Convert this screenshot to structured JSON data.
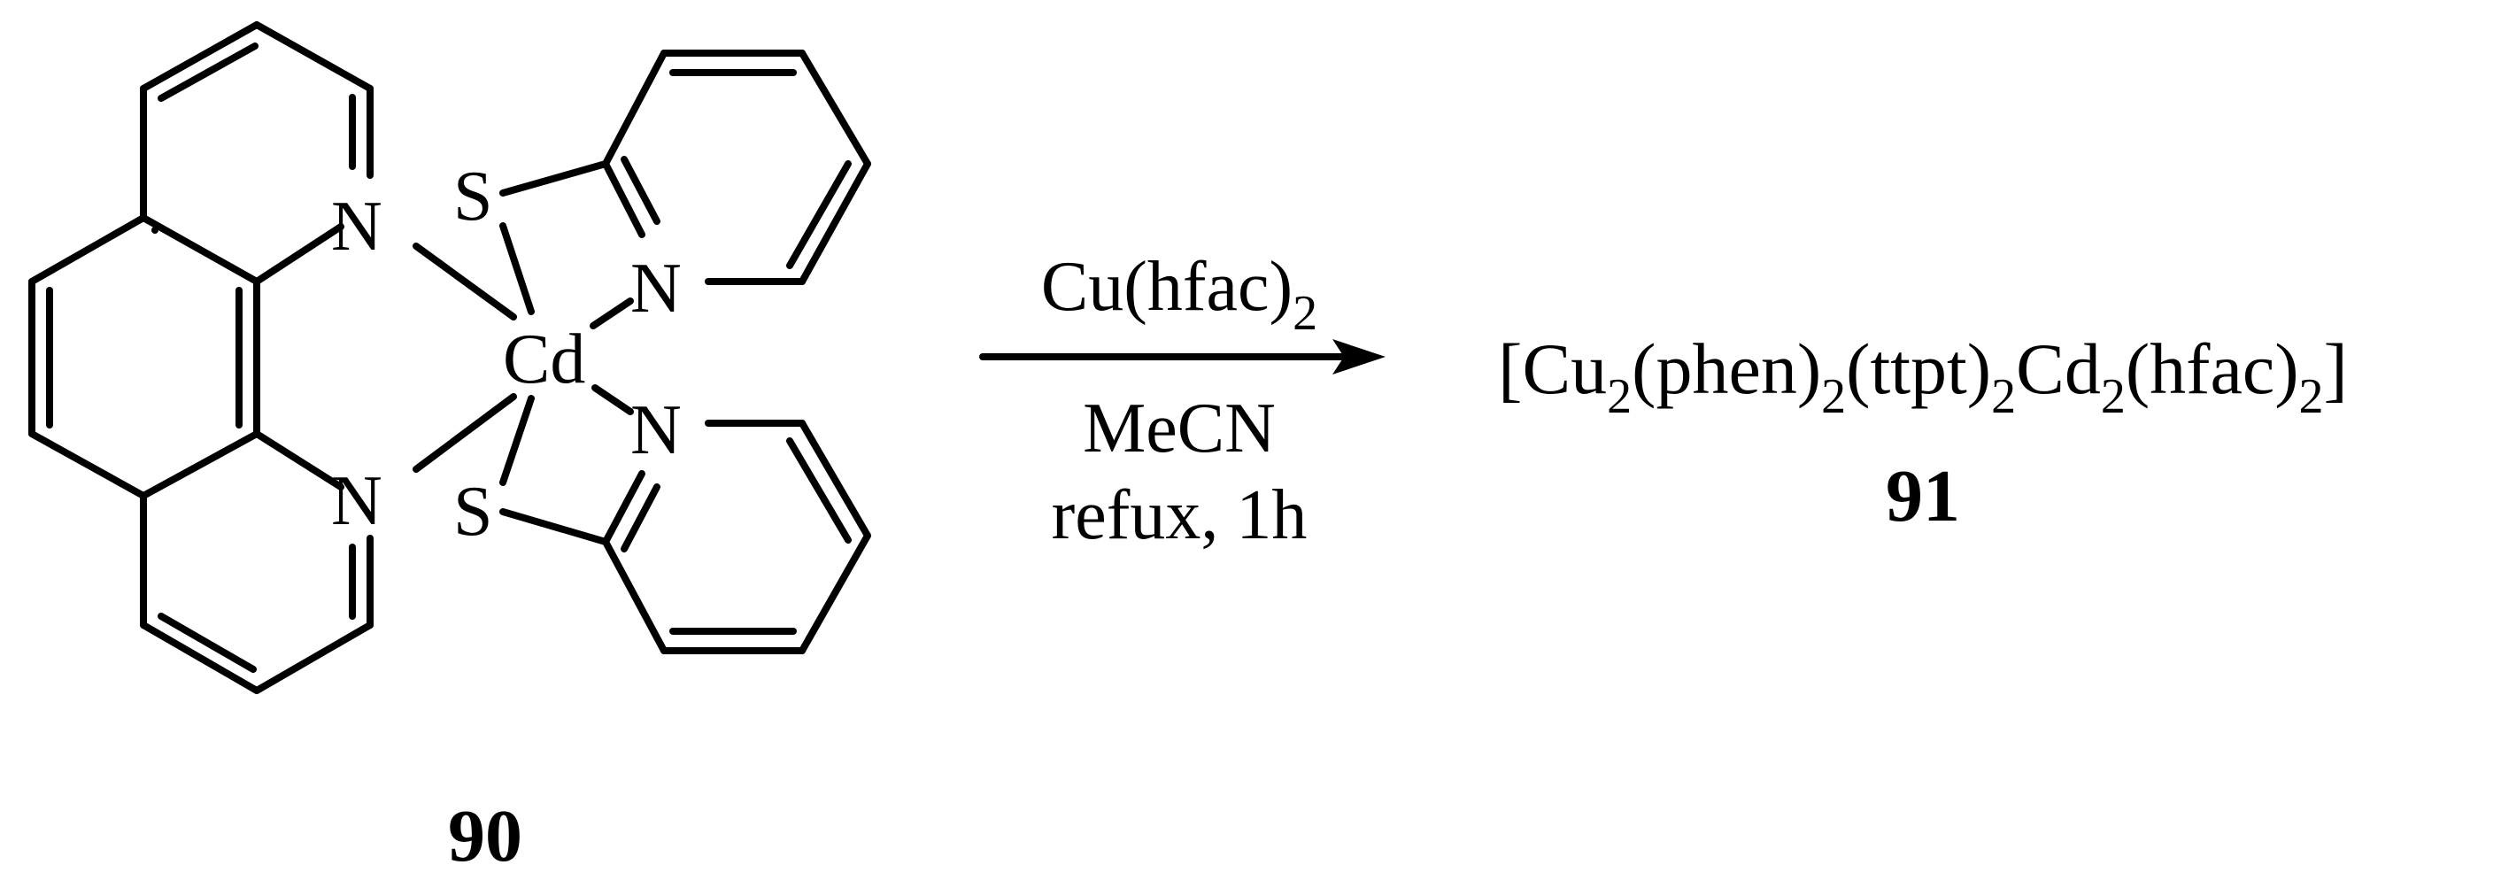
{
  "reactant": {
    "atoms": {
      "n_phen_top": "N",
      "n_phen_bottom": "N",
      "cd": "Cd",
      "s_top": "S",
      "s_bottom": "S",
      "n_py_top": "N",
      "n_py_bottom": "N"
    },
    "label": "90"
  },
  "arrow": {
    "reagent_main": "Cu(hfac)",
    "reagent_sub": "2",
    "solvent": "MeCN",
    "conditions": "refux, 1h"
  },
  "product": {
    "formula_parts": {
      "p1": "[Cu",
      "s1": "2",
      "p2": "(phen)",
      "s2": "2",
      "p3": "(ttpt)",
      "s3": "2",
      "p4": "Cd",
      "s4": "2",
      "p5": "(hfac)",
      "s5": "2",
      "p6": "]"
    },
    "label": "91"
  },
  "colors": {
    "ink": "#000000",
    "background": "#ffffff"
  }
}
